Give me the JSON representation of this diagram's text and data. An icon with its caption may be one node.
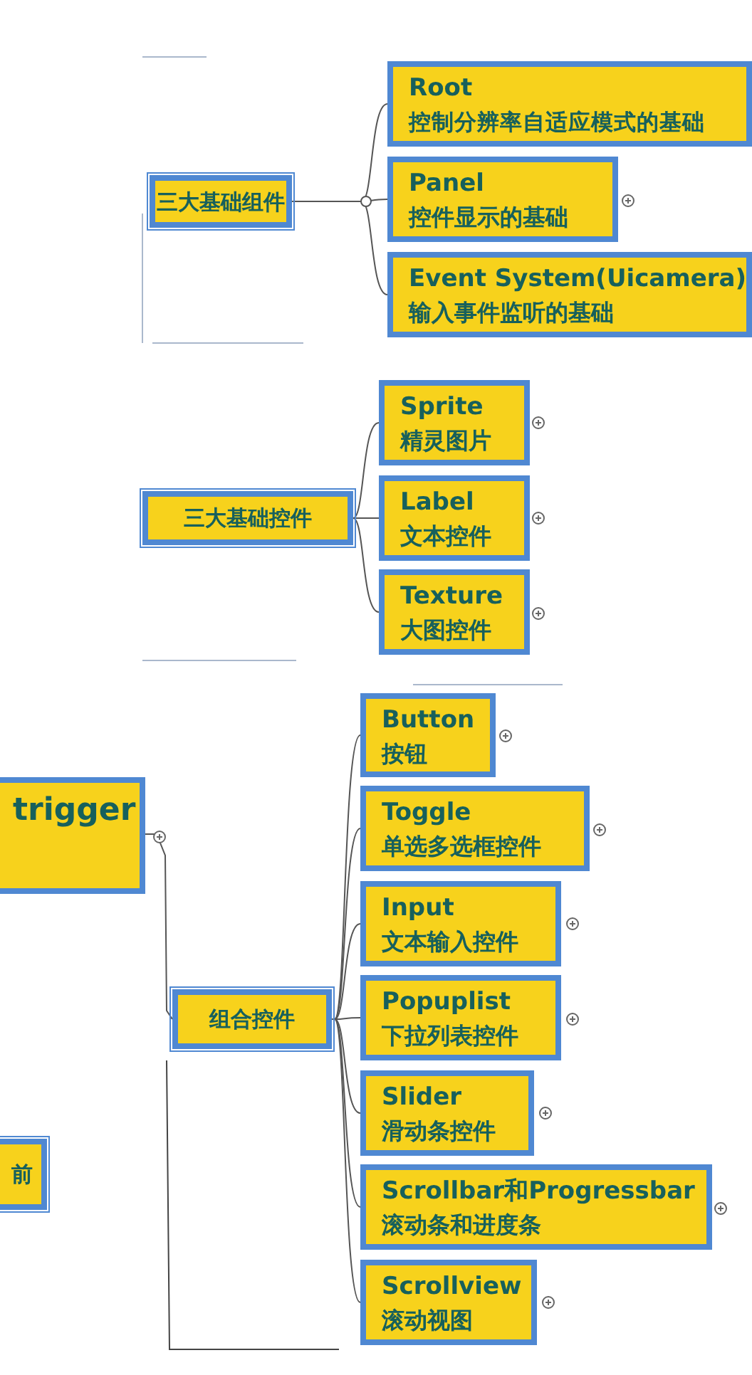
{
  "diagram": {
    "nodes": [
      {
        "text": [
          "三大基础组件"
        ]
      },
      {
        "text": [
          "Root",
          "控制分辨率自适应模式的基础"
        ]
      },
      {
        "text": [
          "Panel",
          "控件显示的基础"
        ]
      },
      {
        "text": [
          "Event System(Uicamera)",
          "输入事件监听的基础"
        ]
      },
      {
        "text": [
          "三大基础控件"
        ]
      },
      {
        "text": [
          "Sprite",
          "精灵图片"
        ]
      },
      {
        "text": [
          "Label",
          "文本控件"
        ]
      },
      {
        "text": [
          "Texture",
          "大图控件"
        ]
      },
      {
        "text": [
          "trigger"
        ]
      },
      {
        "text": [
          "组合控件"
        ]
      },
      {
        "text": [
          "Button",
          "按钮"
        ]
      },
      {
        "text": [
          "Toggle",
          "单选多选框控件"
        ]
      },
      {
        "text": [
          "Input",
          "文本输入控件"
        ]
      },
      {
        "text": [
          "Popuplist",
          "下拉列表控件"
        ]
      },
      {
        "text": [
          "Slider",
          "滑动条控件"
        ]
      },
      {
        "text": [
          "Scrollbar和Progressbar",
          "滚动条和进度条"
        ]
      },
      {
        "text": [
          "Scrollview",
          "滚动视图"
        ]
      },
      {
        "text": [
          "前"
        ]
      }
    ],
    "edges": [
      {
        "from": 0,
        "to": 1,
        "arrow": "none"
      },
      {
        "from": 0,
        "to": 2,
        "arrow": "none"
      },
      {
        "from": 0,
        "to": 3,
        "arrow": "none"
      },
      {
        "from": 4,
        "to": 5,
        "arrow": "none"
      },
      {
        "from": 4,
        "to": 6,
        "arrow": "none"
      },
      {
        "from": 4,
        "to": 7,
        "arrow": "none"
      },
      {
        "from": 8,
        "to": 9,
        "arrow": "none"
      },
      {
        "from": 9,
        "to": 10,
        "arrow": "none"
      },
      {
        "from": 9,
        "to": 11,
        "arrow": "none"
      },
      {
        "from": 9,
        "to": 12,
        "arrow": "none"
      },
      {
        "from": 9,
        "to": 13,
        "arrow": "none"
      },
      {
        "from": 9,
        "to": 14,
        "arrow": "none"
      },
      {
        "from": 9,
        "to": 15,
        "arrow": "none"
      },
      {
        "from": 9,
        "to": 16,
        "arrow": "none"
      }
    ]
  }
}
